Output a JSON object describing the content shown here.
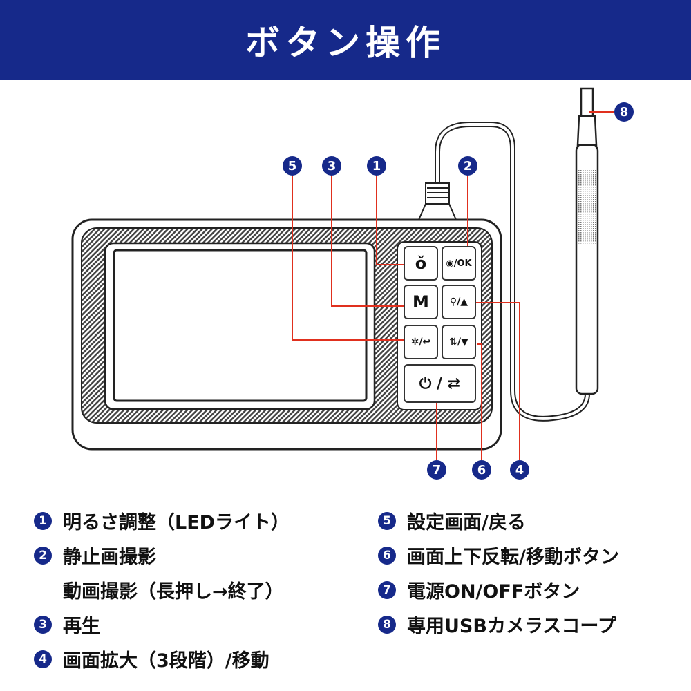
{
  "header": {
    "title": "ボタン操作"
  },
  "buttons": {
    "light": "ǒ",
    "mode": "M",
    "camera_ok": "◉/OK",
    "zoom_up": "⚲/▲",
    "settings_back": "✲/↩",
    "flip_down": "⇅/▼",
    "power_rotate": "⏻ / ⇄"
  },
  "callouts": [
    "1",
    "2",
    "3",
    "4",
    "5",
    "6",
    "7",
    "8"
  ],
  "legend": {
    "left": [
      {
        "num": "1",
        "text": "明るさ調整（LEDライト）"
      },
      {
        "num": "2",
        "text": "静止画撮影"
      },
      {
        "num": "",
        "text": "動画撮影（長押し→終了）"
      },
      {
        "num": "3",
        "text": "再生"
      },
      {
        "num": "4",
        "text": "画面拡大（3段階）/移動"
      }
    ],
    "right": [
      {
        "num": "5",
        "text": "設定画面/戻る"
      },
      {
        "num": "6",
        "text": "画面上下反転/移動ボタン"
      },
      {
        "num": "7",
        "text": "電源ON/OFFボタン"
      },
      {
        "num": "8",
        "text": "専用USBカメラスコープ"
      }
    ]
  },
  "colors": {
    "navy": "#16298a",
    "leader": "#e0301e"
  }
}
